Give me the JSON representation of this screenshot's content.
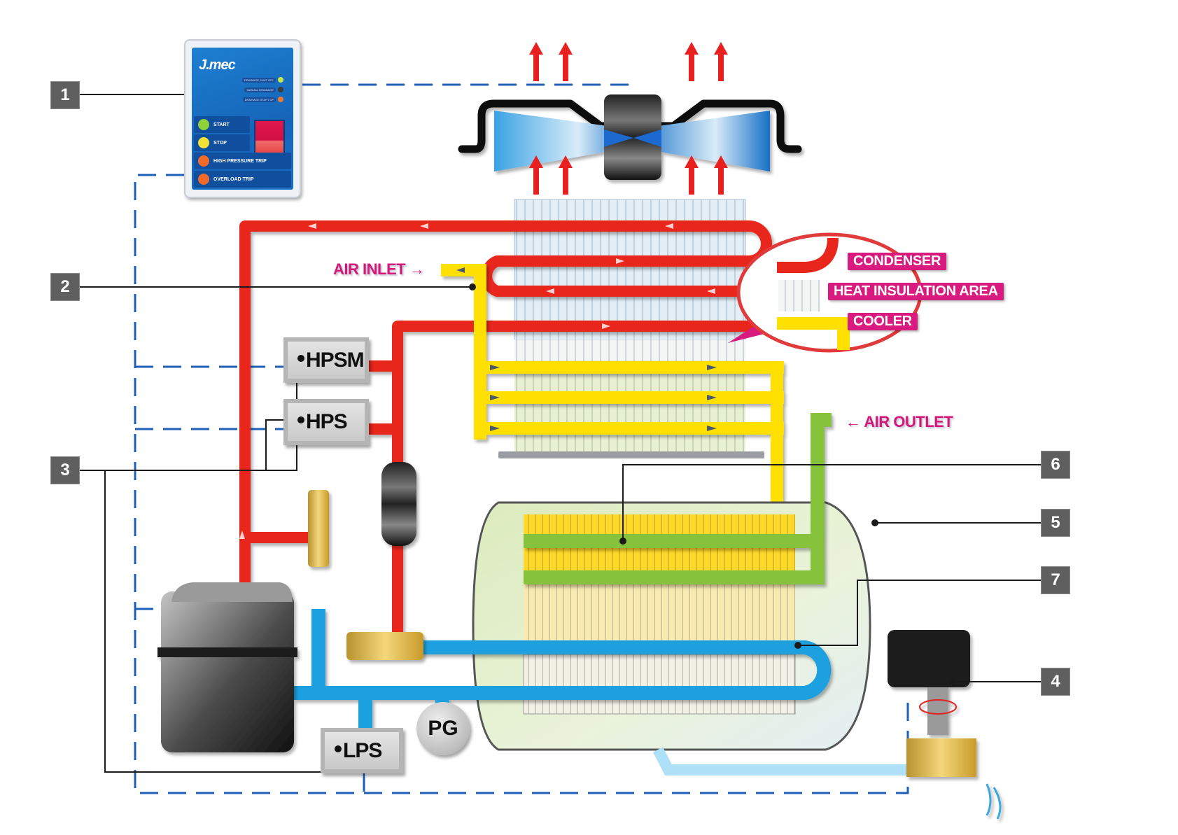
{
  "diagram": {
    "title": "Refrigerated air dryer schematic",
    "callouts": [
      {
        "number": "1",
        "target": "control panel"
      },
      {
        "number": "2",
        "target": "air inlet / pre-cooler"
      },
      {
        "number": "3",
        "target": "pressure switches (HPSM, HPS, LPS)"
      },
      {
        "number": "4",
        "target": "auto drain valve"
      },
      {
        "number": "5",
        "target": "separator tank"
      },
      {
        "number": "6",
        "target": "air-to-air heat exchanger"
      },
      {
        "number": "7",
        "target": "evaporator"
      }
    ],
    "flow_labels": {
      "air_inlet": "AIR INLET",
      "air_outlet": "AIR OUTLET"
    },
    "magnifier": {
      "condenser": "CONDENSER",
      "heat_insulation": "HEAT INSULATION AREA",
      "cooler": "COOLER"
    },
    "devices": {
      "hpsm": "HPSM",
      "hps": "HPS",
      "lps": "LPS",
      "pg": "PG"
    },
    "panel": {
      "brand": "J.mec",
      "indicators": [
        "DRAINAGE SHUT OFF",
        "MANUAL DRAINAGE",
        "DRAINAGE START UP"
      ],
      "buttons": [
        {
          "label": "START",
          "color": "#8fd13a"
        },
        {
          "label": "STOP",
          "color": "#f2e236"
        },
        {
          "label": "HIGH PRESSURE TRIP",
          "color": "#f06a2c"
        },
        {
          "label": "OVERLOAD TRIP",
          "color": "#f06a2c"
        }
      ],
      "indicator_colors": [
        "#c7e84a",
        "#3b3b3b",
        "#f07a2a"
      ]
    },
    "colors": {
      "hot_refrigerant": "#e8261c",
      "cool_air": "#ffe000",
      "dry_air": "#86c23a",
      "cold_refrigerant": "#1aa0e0",
      "signal_wire": "#1f5fb8",
      "label_pink": "#d4187a"
    }
  }
}
